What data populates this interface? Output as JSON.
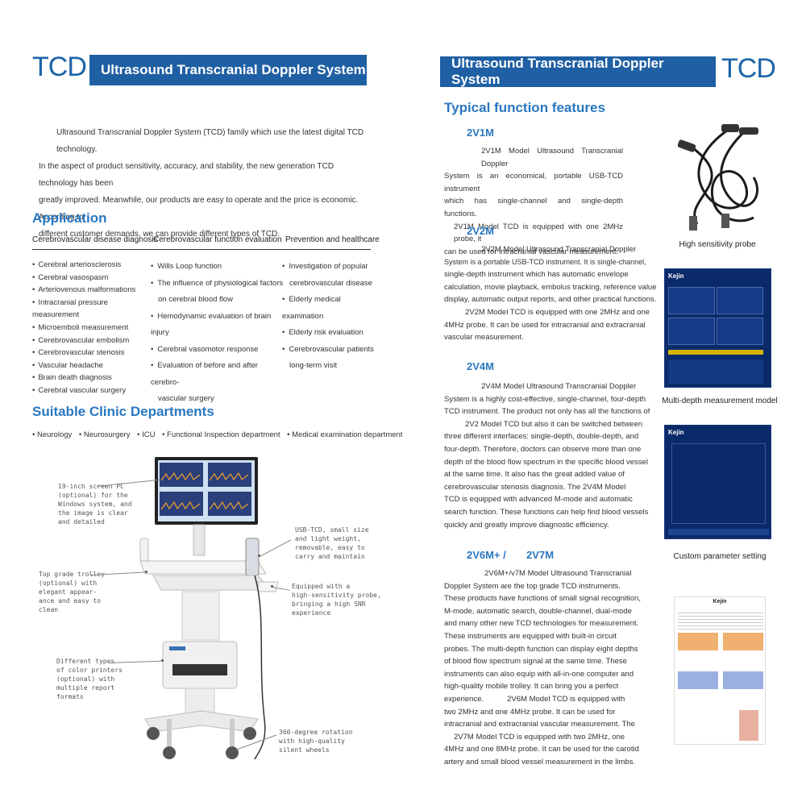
{
  "left": {
    "tcd_label": "TCD",
    "banner_title": "Ultrasound Transcranial Doppler System",
    "intro_lines": [
      "Ultrasound Transcranial Doppler System (TCD) family which use the latest digital TCD technology.",
      "In the aspect of product sensitivity, accuracy, and stability, the new generation TCD technology has been",
      "greatly improved. Meanwhile, our products are easy to operate and the price is economic. According to",
      "different customer demands, we can provide different types of TCD."
    ],
    "application_heading": "Application",
    "columns": [
      {
        "head": "Cerebrovascular disease diagnosis",
        "items": [
          "Cerebral arteriosclerosis",
          "Cerebral vasospasm",
          "Arteriovenous malformations",
          "Intracranial pressure measurement",
          "Microemboli measurement",
          "Cerebrovascular embolism",
          "Cerebrovascular stenosis",
          "Vascular headache",
          "Brain death diagnosis",
          "Cerebral vascular surgery"
        ]
      },
      {
        "head": "Cerebrovascular function evaluation",
        "lines": [
          {
            "t": "Wills Loop function",
            "b": true
          },
          {
            "t": "The influence of physiological factors",
            "b": true
          },
          {
            "t": "on cerebral blood flow",
            "b": false
          },
          {
            "t": "Hemodynamic evaluation of brain injury",
            "b": true
          },
          {
            "t": "Cerebral vasomotor response",
            "b": true
          },
          {
            "t": "Evaluation of before and after cerebro-",
            "b": true
          },
          {
            "t": "vascular surgery",
            "b": false
          }
        ]
      },
      {
        "head": "Prevention and healthcare",
        "lines": [
          {
            "t": "Investigation of popular",
            "b": true
          },
          {
            "t": "cerebrovascular disease",
            "b": false
          },
          {
            "t": "Elderly medical examination",
            "b": true
          },
          {
            "t": "Elderly risk evaluation",
            "b": true
          },
          {
            "t": "Cerebrovascular patients",
            "b": true
          },
          {
            "t": "long-term visit",
            "b": false
          }
        ]
      }
    ],
    "departments_heading": "Suitable Clinic Departments",
    "departments": [
      "Neurology",
      "Neurosurgery",
      "ICU",
      "Functional Inspection department",
      "Medical examination department"
    ],
    "callouts": {
      "screen": [
        "19-inch screen PC",
        "(optional) for the",
        "Windows system, and",
        "the image is clear",
        "and detailed"
      ],
      "usb": [
        "USB-TCD, small size",
        "and light weight,",
        "removable, easy to",
        "carry and maintain"
      ],
      "trolley": [
        "Top grade trolley",
        "(optional) with",
        "elegant appear-",
        "ance and easy to",
        "clean"
      ],
      "probe": [
        "Equipped with a",
        "high-sensitivity probe,",
        "bringing a high SNR",
        "experience"
      ],
      "printer": [
        "Different types",
        "of color printers",
        "(optional) with",
        "multiple report",
        "formats"
      ],
      "wheels": [
        "360-degree rotation",
        "with  high-quality",
        "silent wheels"
      ]
    }
  },
  "right": {
    "tcd_label": "TCD",
    "banner_title": "Ultrasound Transcranial Doppler System",
    "features_heading": "Typical function features",
    "models": [
      {
        "name": "2V1M",
        "lines": [
          "2V1M Model Ultrasound Transcranial Doppler",
          "System is an economical, portable USB-TCD instrument",
          "which has single-channel and single-depth functions.",
          "2V1M Model TCD is equipped with one 2MHz probe, it",
          "can be used for intracranial vascular measurement."
        ]
      },
      {
        "name": "2V2M",
        "lines": [
          "2V2M Model Ultrasound Transcranial Doppler",
          "System is a portable USB-TCD instrument. It is single-channel,",
          "single-depth instrument which has automatic envelope",
          "calculation, movie playback, embolus tracking, reference value",
          "display, automatic output reports, and other practical functions.",
          "2V2M Model TCD is equipped with one 2MHz and one",
          "4MHz probe. It can be used for intracranial and extracranial",
          "vascular measurement."
        ]
      },
      {
        "name": "2V4M",
        "lines": [
          "2V4M Model Ultrasound Transcranial Doppler",
          "System is a highly cost-effective, single-channel, four-depth",
          "TCD instrument. The product not only has all the functions of",
          "2V2 Model TCD but also it can be switched between",
          "three different interfaces: single-depth, double-depth, and",
          "four-depth. Therefore, doctors can observe more than one",
          "depth of the blood flow spectrum in the specific blood vessel",
          "at the same time. It also has the great added value of",
          "cerebrovascular stenosis diagnosis. The      2V4M Model",
          "TCD is equipped with advanced M-mode and automatic",
          "search function. These functions can help find blood vessels",
          "quickly and greatly improve diagnostic efficiency."
        ]
      },
      {
        "name": "2V6M+ /       2V7M",
        "lines": [
          "2V6M+/v7M Model Ultrasound Transcranial",
          "Doppler System are the top grade TCD instruments.",
          "These products have functions of small signal recognition,",
          "M-mode, automatic search, double-channel, dual-mode",
          "and many other new TCD technologies for measurement.",
          "These instruments are equipped with built-in circuit",
          "probes. The multi-depth function can display eight depths",
          "of blood flow spectrum signal at the same time. These",
          "instruments can also equip with all-in-one computer and",
          "high-quality mobile trolley. It can bring you a perfect",
          "experience.           2V6M Model TCD is equipped with",
          "two 2MHz and one 4MHz probe. It can be used for",
          "intracranial and extracranial vascular measurement. The",
          "2V7M Model TCD is equipped with two 2MHz, one",
          "4MHz and one 8MHz probe. It can be used for the carotid",
          "artery and small blood vessel measurement in the limbs."
        ]
      }
    ],
    "captions": [
      "High sensitivity probe",
      "Multi-depth measurement model",
      "Custom parameter setting"
    ],
    "screen_brand": "Kejin",
    "report_brand": "Kejin"
  }
}
